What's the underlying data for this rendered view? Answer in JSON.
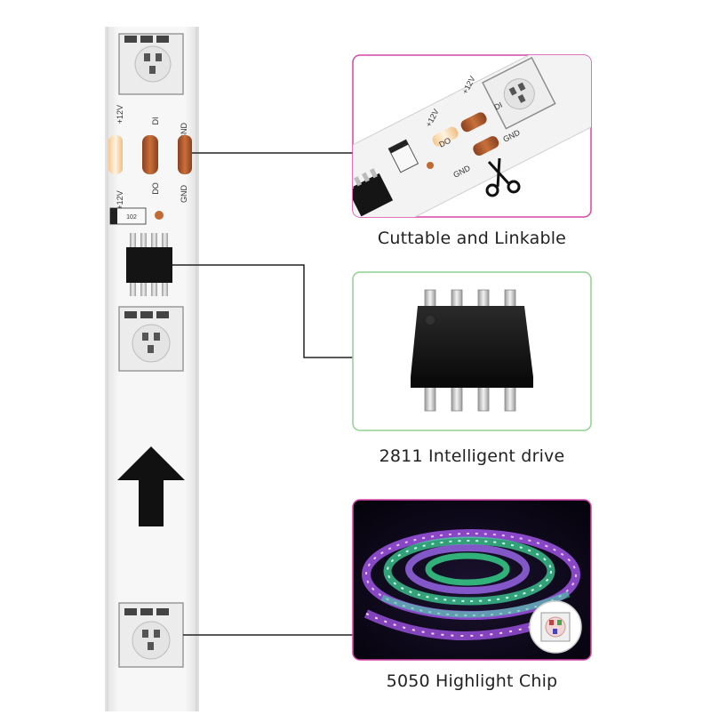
{
  "strip": {
    "pad_labels": {
      "v12": "+12V",
      "di": "DI",
      "do": "DO",
      "gnd": "GND"
    },
    "resistor_code": "102"
  },
  "features": [
    {
      "caption": "Cuttable and Linkable",
      "frame_color": "#d944a8",
      "icon": "scissors-icon"
    },
    {
      "caption": "2811 Intelligent drive",
      "frame_color": "#8fd18f",
      "icon": "ic-chip-icon"
    },
    {
      "caption": "5050 Highlight Chip",
      "frame_color": "#d944a8",
      "icon": "led-chip-icon"
    }
  ],
  "colors": {
    "copper": "#b5602f",
    "strip": "#f4f4f4",
    "chip_body": "#161616",
    "glow_purple": "#b25cff",
    "glow_green": "#41e0a0"
  }
}
